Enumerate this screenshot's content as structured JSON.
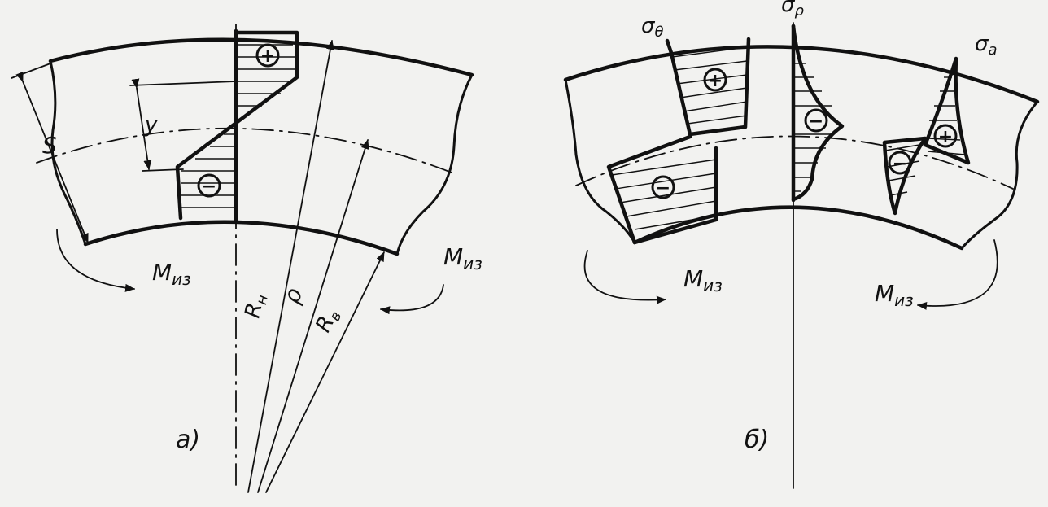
{
  "panel_a": {
    "caption": "а)",
    "labels": {
      "thickness": "S",
      "offset": "y",
      "moment_left": "M",
      "moment_left_sub": "из",
      "moment_right": "M",
      "moment_right_sub": "из",
      "r_outer": "R",
      "r_outer_sub": "н",
      "r_neutral": "ρ",
      "r_inner": "R",
      "r_inner_sub": "в"
    },
    "signs": {
      "upper": "+",
      "lower": "−"
    }
  },
  "panel_b": {
    "caption": "б)",
    "labels": {
      "sigma_theta": "σ",
      "sigma_theta_sub": "θ",
      "sigma_rho": "σ",
      "sigma_rho_sub": "ρ",
      "sigma_a": "σ",
      "sigma_a_sub": "a",
      "moment_left": "M",
      "moment_left_sub": "из",
      "moment_right": "M",
      "moment_right_sub": "из"
    },
    "signs": {
      "theta_upper": "+",
      "theta_lower": "−",
      "rho_middle": "−",
      "a_upper": "+",
      "a_lower": "−"
    }
  }
}
